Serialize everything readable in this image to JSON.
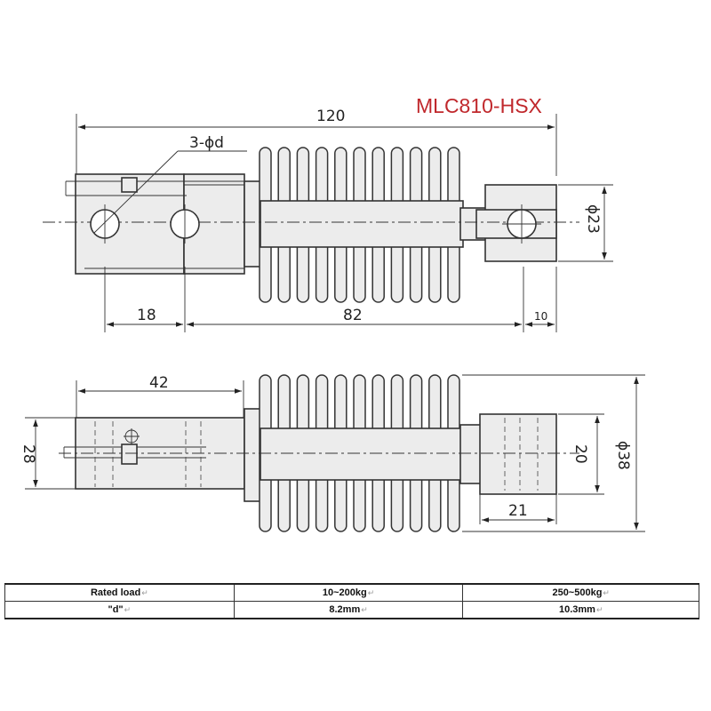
{
  "model": "MLC810-HSX",
  "top_view": {
    "overall_length": "120",
    "hole_callout": "3-ϕd",
    "dim_hole_spacing": "18",
    "dim_mid": "82",
    "dim_end": "10",
    "dim_diameter": "ϕ23"
  },
  "side_view": {
    "dim_length": "42",
    "dim_height": "28",
    "dim_block": "20",
    "dim_block_width": "21",
    "dim_diameter": "ϕ38"
  },
  "spec_table": {
    "rows": [
      {
        "label": "Rated load",
        "col1": "10~200kg",
        "col2": "250~500kg"
      },
      {
        "label": "\"d\"",
        "col1": "8.2mm",
        "col2": "10.3mm"
      }
    ],
    "return_mark": "↵"
  }
}
